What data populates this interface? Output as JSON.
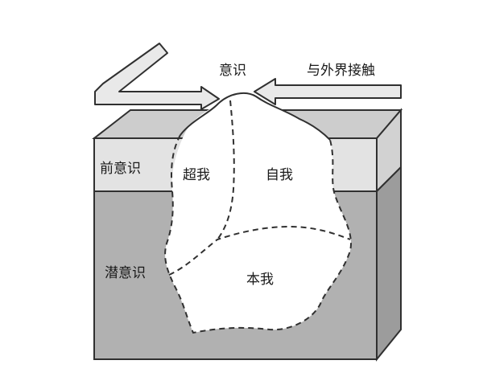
{
  "labels": {
    "consciousness": "意识",
    "external_contact": "与外界接触",
    "preconscious": "前意识",
    "superego": "超我",
    "ego": "自我",
    "subconscious": "潜意识",
    "id": "本我"
  },
  "colors": {
    "box_top": "#cdcdcd",
    "box_front_upper": "#e3e3e3",
    "box_front_lower": "#b1b1b1",
    "box_side_upper": "#d2d2d2",
    "box_side_lower": "#9c9c9c",
    "iceberg": "#ffffff",
    "outline": "#303030",
    "arrow_fill": "#e9e9e9"
  }
}
